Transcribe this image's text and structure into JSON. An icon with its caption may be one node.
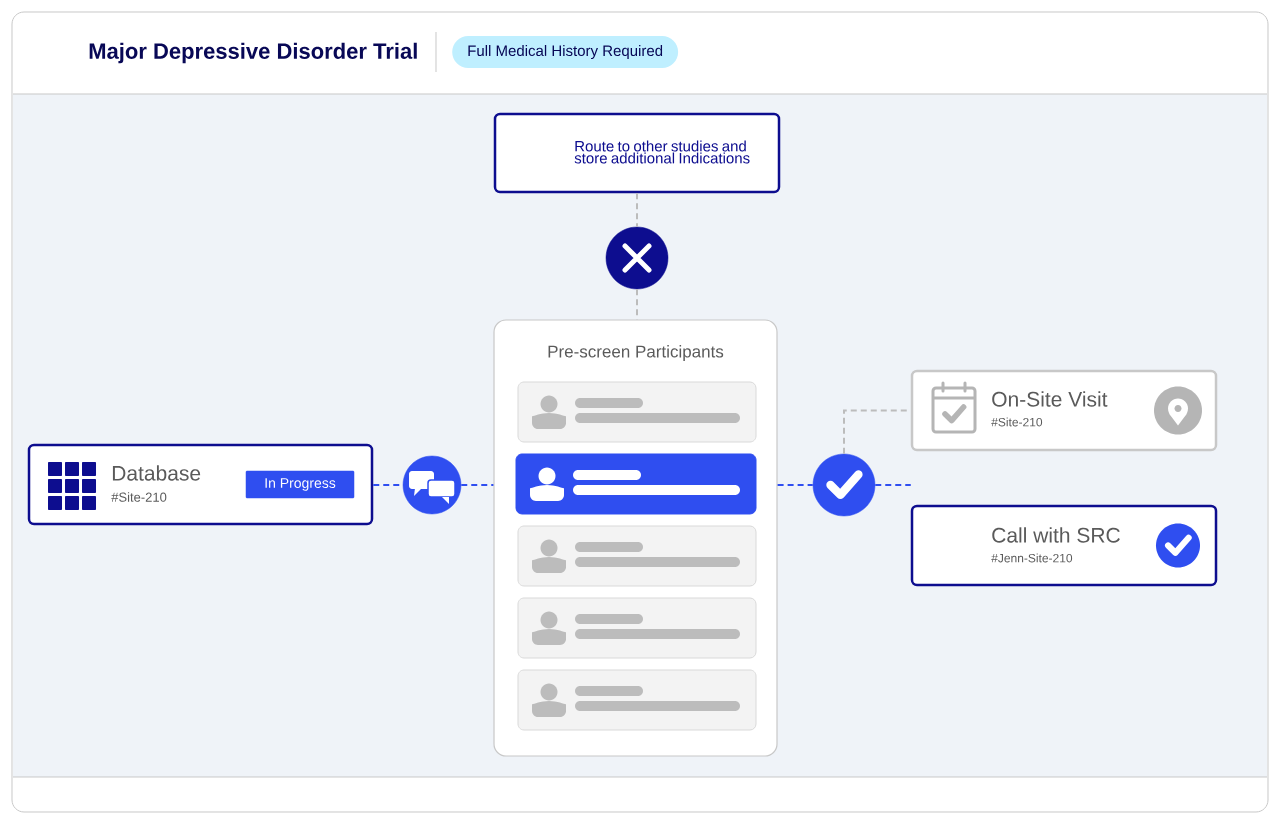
{
  "diagram": {
    "title": "Major Depressive Disorder Trial",
    "labels": [
      "Full Medical History Required"
    ],
    "nodes": [
      {
        "text": [
          "Route to other studies and store additional Indications"
        ]
      },
      {
        "text": [],
        "shape": "circle"
      },
      {
        "text": [
          "Pre-screen Participants"
        ]
      },
      {
        "text": [],
        "shape": "box",
        "in": 2
      },
      {
        "text": [],
        "shape": "box",
        "in": 2
      },
      {
        "text": [],
        "shape": "box",
        "in": 2
      },
      {
        "text": [],
        "shape": "box",
        "in": 2
      },
      {
        "text": [],
        "shape": "box",
        "in": 2
      },
      {
        "text": [
          "Database",
          "#Site-210"
        ]
      },
      {
        "text": [
          "In Progress"
        ],
        "in": 8
      },
      {
        "text": [],
        "shape": "circle"
      },
      {
        "text": [],
        "shape": "circle"
      },
      {
        "text": [
          "On-Site Visit",
          "#Site-210"
        ]
      },
      {
        "text": [
          "Call with SRC",
          "#Jenn-Site-210"
        ]
      }
    ],
    "edges": [
      {
        "from": 0,
        "to": 1,
        "arrow": "none",
        "style": "dashed",
        "color": "#bcbcbc"
      },
      {
        "from": 1,
        "to": 2,
        "arrow": "none",
        "style": "dashed",
        "color": "#bcbcbc"
      },
      {
        "from": 8,
        "to": 10,
        "arrow": "none",
        "style": "dashed"
      },
      {
        "from": 10,
        "to": 2,
        "arrow": "none",
        "style": "dashed"
      },
      {
        "from": 2,
        "to": 11,
        "arrow": "none",
        "style": "dashed"
      },
      {
        "from": 11,
        "to": 12,
        "arrow": "none",
        "style": "dashed",
        "color": "#bcbcbc"
      },
      {
        "from": 11,
        "to": 13,
        "arrow": "none",
        "style": "dashed"
      }
    ]
  }
}
